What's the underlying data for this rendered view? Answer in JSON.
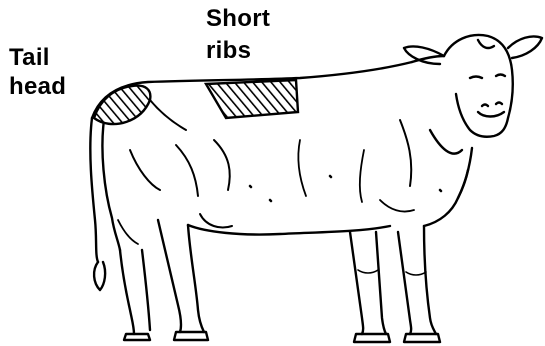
{
  "labels": {
    "tail_head": {
      "line1": "Tail",
      "line2": "head"
    },
    "short_ribs": {
      "line1": "Short",
      "line2": "ribs"
    }
  },
  "colors": {
    "ink": "#000000",
    "background": "#ffffff"
  }
}
